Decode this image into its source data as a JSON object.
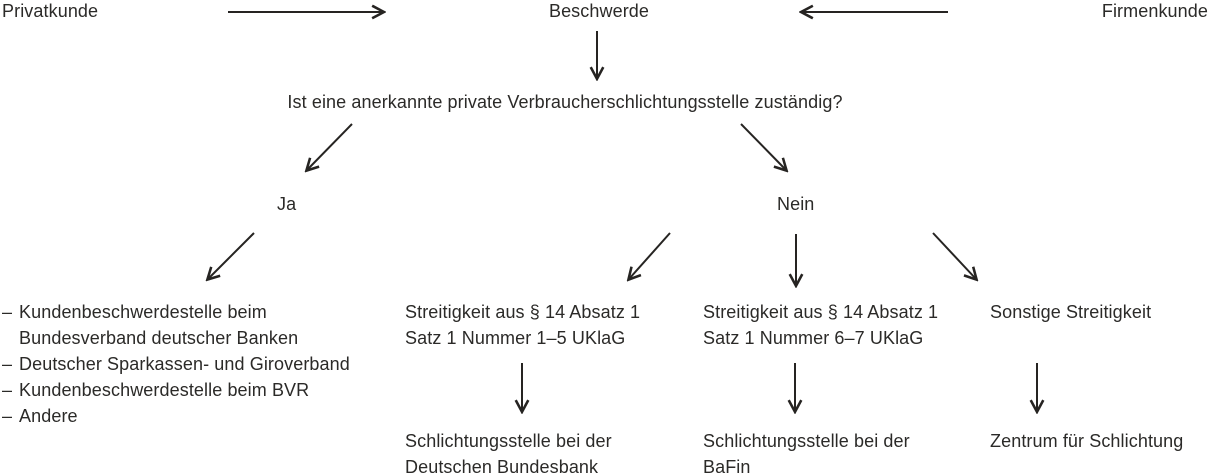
{
  "palette": {
    "background": "#ffffff",
    "text": "#2b2a28",
    "arrow": "#262422"
  },
  "top_row": {
    "privatkunde": "Privatkunde",
    "beschwerde": "Beschwerde",
    "firmenkunde": "Firmenkunde"
  },
  "question": "Ist eine anerkannte private Verbraucherschlichtungsstelle zuständig?",
  "decision": {
    "yes_label": "Ja",
    "no_label": "Nein"
  },
  "yes_branch": {
    "lines": [
      {
        "dash": "–",
        "text": "Kundenbeschwerdestelle beim"
      },
      {
        "dash": "",
        "text": "Bundesverband deutscher Banken"
      },
      {
        "dash": "–",
        "text": "Deutscher Sparkassen- und Giroverband"
      },
      {
        "dash": "–",
        "text": "Kundenbeschwerdestelle beim BVR"
      },
      {
        "dash": "–",
        "text": "Andere"
      }
    ]
  },
  "no_branches": [
    {
      "condition_lines": [
        "Streitigkeit aus § 14 Absatz 1",
        "Satz 1 Nummer 1–5 UKlaG"
      ],
      "result_lines": [
        "Schlichtungsstelle bei der",
        "Deutschen Bundesbank"
      ]
    },
    {
      "condition_lines": [
        "Streitigkeit aus § 14 Absatz 1",
        "Satz 1 Nummer 6–7 UKlaG"
      ],
      "result_lines": [
        "Schlichtungsstelle bei der",
        "BaFin"
      ]
    },
    {
      "condition_lines": [
        "Sonstige Streitigkeit"
      ],
      "result_lines": [
        "Zentrum für Schlichtung"
      ]
    }
  ],
  "connectors": [
    {
      "from": "Privatkunde",
      "to": "Beschwerde",
      "direction": "right"
    },
    {
      "from": "Firmenkunde",
      "to": "Beschwerde",
      "direction": "left"
    },
    {
      "from": "Beschwerde",
      "to": "Ist eine anerkannte private Verbraucherschlichtungsstelle zuständig?",
      "direction": "down"
    },
    {
      "from": "Ist eine anerkannte private Verbraucherschlichtungsstelle zuständig?",
      "to": "Ja",
      "direction": "down-left"
    },
    {
      "from": "Ist eine anerkannte private Verbraucherschlichtungsstelle zuständig?",
      "to": "Nein",
      "direction": "down-right"
    },
    {
      "from": "Ja",
      "to": "Kundenbeschwerdestellen-Liste",
      "direction": "down-left"
    },
    {
      "from": "Nein",
      "to": "Streitigkeit aus § 14 Absatz 1 Satz 1 Nummer 1–5 UKlaG",
      "direction": "down-left"
    },
    {
      "from": "Nein",
      "to": "Streitigkeit aus § 14 Absatz 1 Satz 1 Nummer 6–7 UKlaG",
      "direction": "down"
    },
    {
      "from": "Nein",
      "to": "Sonstige Streitigkeit",
      "direction": "down-right"
    },
    {
      "from": "Streitigkeit aus § 14 Absatz 1 Satz 1 Nummer 1–5 UKlaG",
      "to": "Schlichtungsstelle bei der Deutschen Bundesbank",
      "direction": "down"
    },
    {
      "from": "Streitigkeit aus § 14 Absatz 1 Satz 1 Nummer 6–7 UKlaG",
      "to": "Schlichtungsstelle bei der BaFin",
      "direction": "down"
    },
    {
      "from": "Sonstige Streitigkeit",
      "to": "Zentrum für Schlichtung",
      "direction": "down"
    }
  ]
}
